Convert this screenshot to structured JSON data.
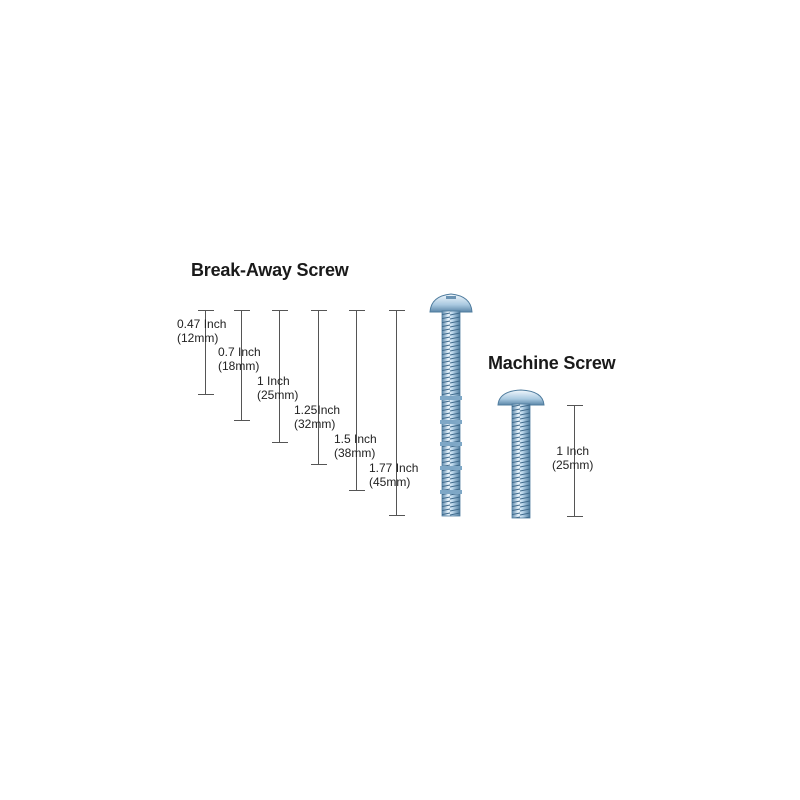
{
  "titles": {
    "break_away": "Break-Away Screw",
    "machine": "Machine Screw"
  },
  "break_away_lengths": [
    {
      "inch": "0.47 Inch",
      "mm": "(12mm)"
    },
    {
      "inch": "0.7 Inch",
      "mm": "(18mm)"
    },
    {
      "inch": "1 Inch",
      "mm": "(25mm)"
    },
    {
      "inch": "1.25Inch",
      "mm": "(32mm)"
    },
    {
      "inch": "1.5 Inch",
      "mm": "(38mm)"
    },
    {
      "inch": "1.77 Inch",
      "mm": "(45mm)"
    }
  ],
  "machine_length": {
    "inch": "1 Inch",
    "mm": "(25mm)"
  },
  "colors": {
    "screw_light": "#e6f2fb",
    "screw_mid": "#9fc3dd",
    "screw_dark": "#4f7c9e",
    "line": "#555555"
  }
}
